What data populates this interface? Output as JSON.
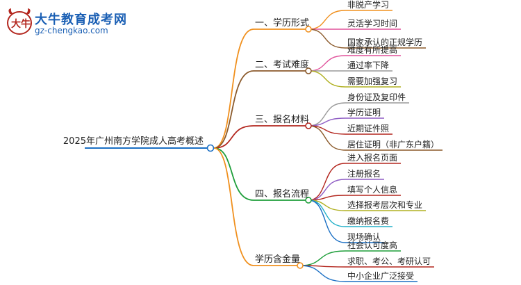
{
  "brand": {
    "name": "大牛教育成考网",
    "domain": "gz-chengkao.com",
    "mark_text": "大牛"
  },
  "mindmap": {
    "root": {
      "label": "2025年广州南方学院成人高考概述",
      "color": "#1a6fc4"
    },
    "branches": [
      {
        "label": "一、学历形式",
        "color": "#f0901e",
        "children": [
          {
            "label": "非脱产学习",
            "color": "#f0901e"
          },
          {
            "label": "灵活学习时间",
            "color": "#e0509a"
          },
          {
            "label": "国家承认的正规学历",
            "color": "#8b5a2b"
          }
        ]
      },
      {
        "label": "二、考试难度",
        "color": "#8b5a2b",
        "children": [
          {
            "label": "难度有所提高",
            "color": "#e0509a"
          },
          {
            "label": "通过率下降",
            "color": "#9a9a9a"
          },
          {
            "label": "需要加强复习",
            "color": "#b0b020"
          }
        ]
      },
      {
        "label": "三、报名材料",
        "color": "#b3261e",
        "children": [
          {
            "label": "身份证及复印件",
            "color": "#9a9a9a"
          },
          {
            "label": "学历证明",
            "color": "#8e5cc4"
          },
          {
            "label": "近期证件照",
            "color": "#b3261e"
          },
          {
            "label": "居住证明（非广东户籍）",
            "color": "#8b5a2b"
          }
        ]
      },
      {
        "label": "四、报名流程",
        "color": "#1e9e3a",
        "children": [
          {
            "label": "进入报名页面",
            "color": "#b3261e"
          },
          {
            "label": "注册报名",
            "color": "#8e5cc4"
          },
          {
            "label": "填写个人信息",
            "color": "#b3261e"
          },
          {
            "label": "选择报考层次和专业",
            "color": "#b0b020"
          },
          {
            "label": "缴纳报名费",
            "color": "#22b0c8"
          },
          {
            "label": "现场确认",
            "color": "#1a6fc4"
          }
        ]
      },
      {
        "label": "学历含金量",
        "color": "#f0901e",
        "children": [
          {
            "label": "社会认可度高",
            "color": "#1e9e3a"
          },
          {
            "label": "求职、考公、考研认可",
            "color": "#b3261e"
          },
          {
            "label": "中小企业广泛接受",
            "color": "#1a6fc4"
          }
        ]
      }
    ]
  }
}
